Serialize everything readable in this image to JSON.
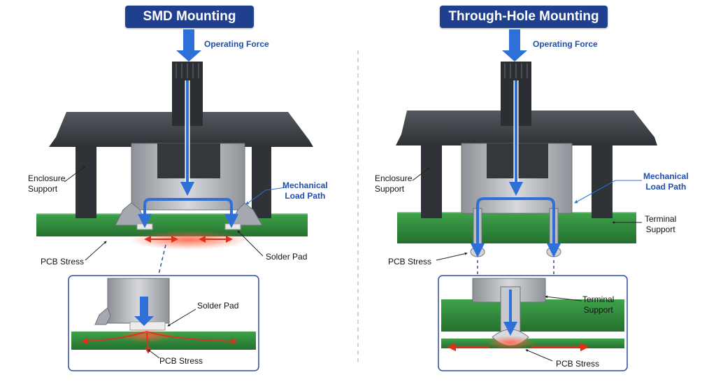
{
  "smd": {
    "title": "SMD Mounting",
    "operating_force": "Operating Force",
    "enclosure_support": [
      "Enclosure",
      "Support"
    ],
    "mechanical_load_path": [
      "Mechanical",
      "Load Path"
    ],
    "pcb_stress": "PCB Stress",
    "solder_pad": "Solder Pad",
    "inset_solder_pad": "Solder Pad",
    "inset_pcb_stress": "PCB Stress"
  },
  "through_hole": {
    "title": "Through-Hole Mounting",
    "operating_force": "Operating Force",
    "enclosure_support": [
      "Enclosure",
      "Support"
    ],
    "mechanical_load_path": [
      "Mechanical",
      "Load Path"
    ],
    "terminal_support": [
      "Terminal",
      "Support"
    ],
    "pcb_stress": "PCB Stress",
    "inset_terminal_support": [
      "Terminal",
      "Support"
    ],
    "inset_pcb_stress": "PCB Stress"
  },
  "colors": {
    "title_bg": "#1f3f8f",
    "arrow_blue": "#2f6fd8",
    "pcb_green": "#2e8a3a",
    "stress_red": "#d9361f",
    "housing_dark": "#3a3d42",
    "metal": "#b9bcc1"
  }
}
